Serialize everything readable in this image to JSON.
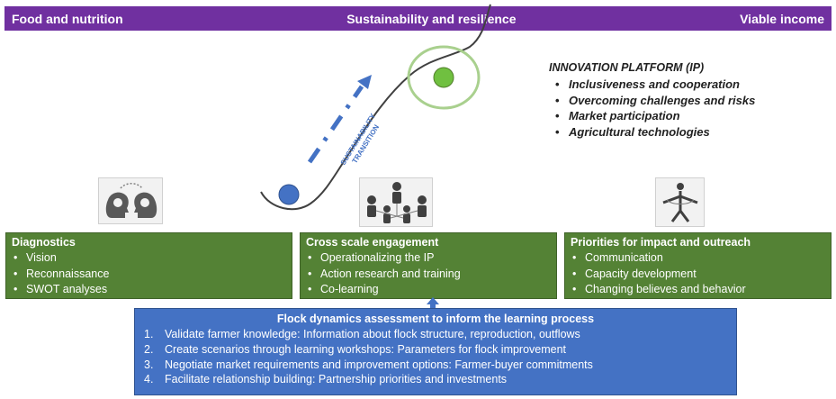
{
  "header": {
    "left": "Food and nutrition",
    "center": "Sustainability and resilience",
    "right": "Viable income"
  },
  "transition_label": [
    "SUSTAINABILITY",
    "TRANSITION"
  ],
  "innovation_platform": {
    "title": "INNOVATION PLATFORM (IP)",
    "items": [
      "Inclusiveness and cooperation",
      "Overcoming challenges and risks",
      "Market participation",
      "Agricultural technologies"
    ]
  },
  "boxes": [
    {
      "title": "Diagnostics",
      "items": [
        "Vision",
        "Reconnaissance",
        "SWOT analyses"
      ]
    },
    {
      "title": "Cross scale engagement",
      "items": [
        "Operationalizing the IP",
        "Action research and training",
        "Co-learning"
      ]
    },
    {
      "title": "Priorities for impact and outreach",
      "items": [
        "Communication",
        "Capacity development",
        "Changing believes and behavior"
      ]
    }
  ],
  "flock": {
    "title": "Flock dynamics assessment to inform the learning process",
    "items": [
      {
        "num": "1.",
        "text": "Validate farmer knowledge: Information about flock structure, reproduction, outflows"
      },
      {
        "num": "2.",
        "text": "Create scenarios through learning workshops: Parameters for flock improvement"
      },
      {
        "num": "3.",
        "text": "Negotiate market requirements and improvement options: Farmer-buyer commitments"
      },
      {
        "num": "4.",
        "text": "Facilitate relationship building: Partnership priorities and investments"
      }
    ]
  },
  "icons": [
    "two-heads-icon",
    "people-network-icon",
    "outreach-figure-icon"
  ],
  "colors": {
    "header": "#7030a0",
    "green_box": "#548235",
    "blue_box": "#4472c4",
    "arrow": "#4472c4",
    "ball_start": "#4472c4",
    "ball_end": "#70c040",
    "halo": "#a9d08e",
    "transition_text": "#4472c4"
  }
}
